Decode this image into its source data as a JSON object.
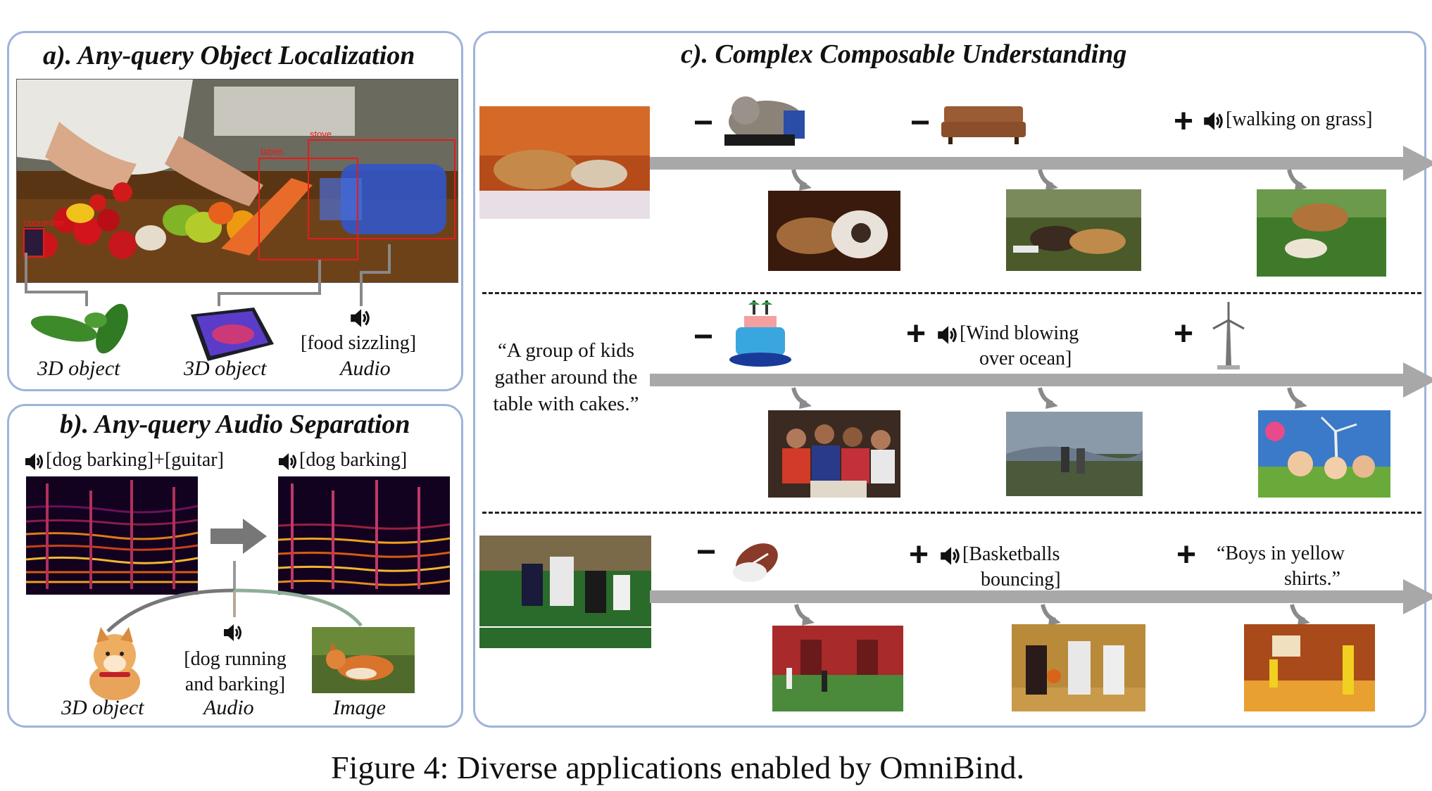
{
  "panel_a": {
    "title": "a). Any-query Object Localization",
    "box_labels": [
      "cucumber",
      "tablet",
      "stove"
    ],
    "items": [
      {
        "caption": "3D object"
      },
      {
        "caption": "3D object"
      },
      {
        "caption": "Audio",
        "audio_text": "[food sizzling]"
      }
    ]
  },
  "panel_b": {
    "title": "b). Any-query Audio Separation",
    "input_label": "[dog barking]+[guitar]",
    "output_label": "[dog barking]",
    "queries": [
      {
        "caption": "3D object"
      },
      {
        "caption": "Audio",
        "audio_text_line1": "[dog running",
        "audio_text_line2": "and barking]"
      },
      {
        "caption": "Image"
      }
    ]
  },
  "panel_c": {
    "title": "c). Complex Composable Understanding",
    "rows": [
      {
        "query_text_lines": [],
        "ops": [
          {
            "sign": "−",
            "type": "image",
            "icon": "cat-image"
          },
          {
            "sign": "−",
            "type": "image",
            "icon": "sofa-image"
          },
          {
            "sign": "+",
            "type": "audio",
            "text": "[walking on grass]"
          }
        ]
      },
      {
        "query_text_lines": [
          "“A group of kids",
          "gather around the",
          "table with cakes.”"
        ],
        "ops": [
          {
            "sign": "−",
            "type": "image",
            "icon": "cake-image"
          },
          {
            "sign": "+",
            "type": "audio",
            "text_line1": "[Wind blowing",
            "text_line2": "over ocean]"
          },
          {
            "sign": "+",
            "type": "image",
            "icon": "wind-turbine-image"
          }
        ]
      },
      {
        "query_text_lines": [],
        "ops": [
          {
            "sign": "−",
            "type": "image",
            "icon": "football-image"
          },
          {
            "sign": "+",
            "type": "audio",
            "text_line1": "[Basketballs",
            "text_line2": "bouncing]"
          },
          {
            "sign": "+",
            "type": "text",
            "text_line1": "“Boys in yellow",
            "text_line2": "shirts.”"
          }
        ]
      }
    ]
  },
  "figure_caption": "Figure 4: Diverse applications enabled by OmniBind.",
  "colors": {
    "panel_border": "#9fb3d9",
    "arrow_gray": "#a8a8a8",
    "box_red": "#e81a1a"
  }
}
